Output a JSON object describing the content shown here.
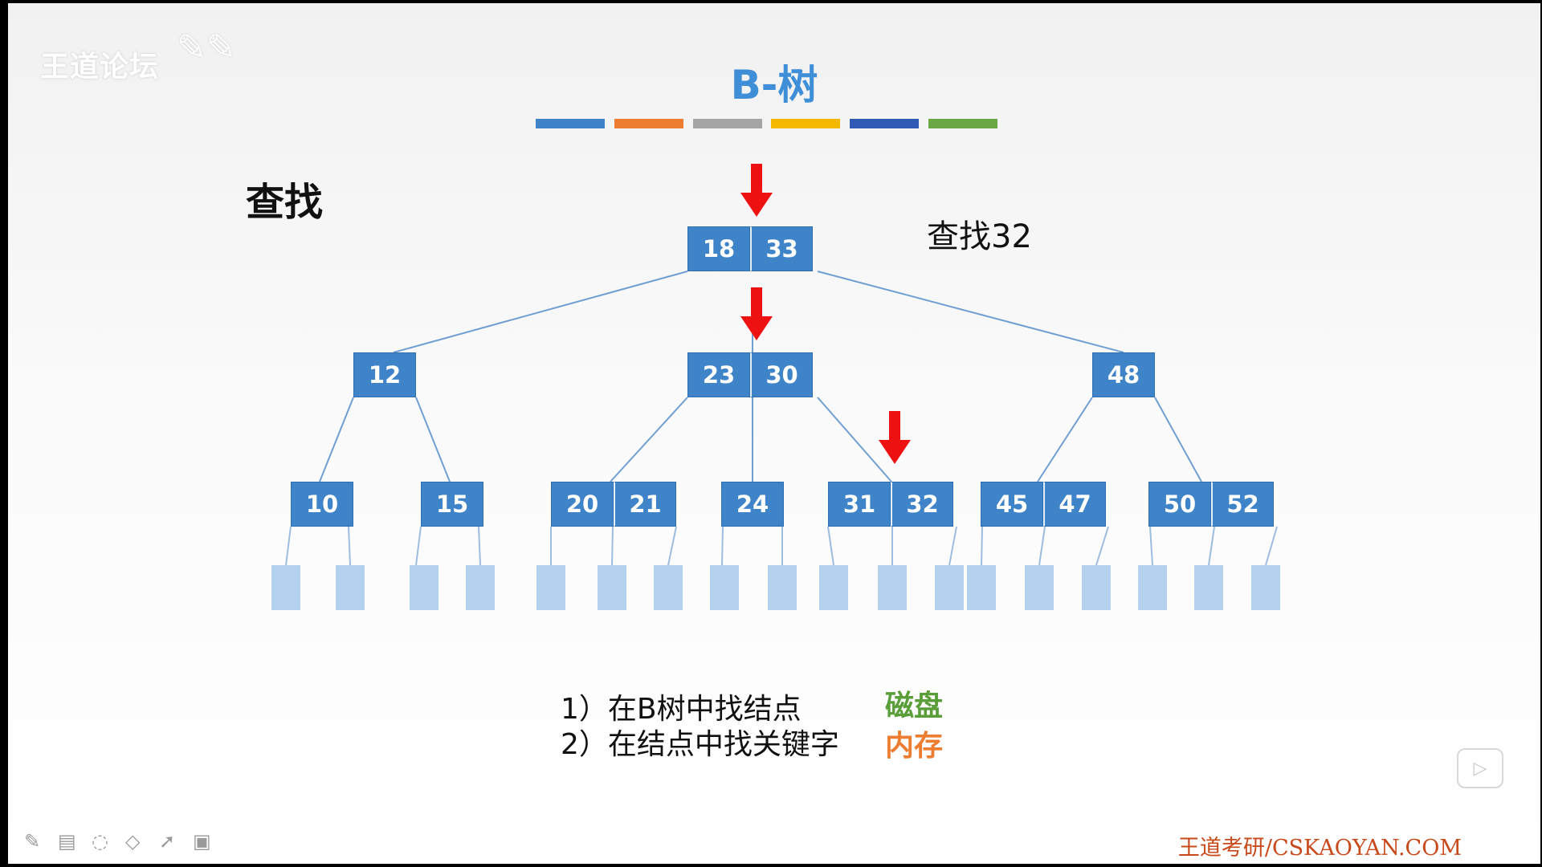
{
  "watermark": {
    "text": "王道论坛"
  },
  "title": "B-树",
  "heading": "查找",
  "query": "查找32",
  "color_bar": [
    "#3f84c9",
    "#ed7d31",
    "#a5a5a5",
    "#f5b800",
    "#2f5bb5",
    "#6aa845"
  ],
  "tree": {
    "root": {
      "keys": [
        "18",
        "33"
      ]
    },
    "level1": [
      {
        "keys": [
          "12"
        ]
      },
      {
        "keys": [
          "23",
          "30"
        ]
      },
      {
        "keys": [
          "48"
        ]
      }
    ],
    "level2": [
      {
        "keys": [
          "10"
        ]
      },
      {
        "keys": [
          "15"
        ]
      },
      {
        "keys": [
          "20",
          "21"
        ]
      },
      {
        "keys": [
          "24"
        ]
      },
      {
        "keys": [
          "31",
          "32"
        ]
      },
      {
        "keys": [
          "45",
          "47"
        ]
      },
      {
        "keys": [
          "50",
          "52"
        ]
      }
    ],
    "search_path": [
      "18 33",
      "23 30",
      "31 32"
    ]
  },
  "steps": [
    {
      "text": "1）在B树中找结点",
      "tag": "磁盘",
      "tag_color": "#5a9e3a"
    },
    {
      "text": "2）在结点中找关键字",
      "tag": "内存",
      "tag_color": "#ed7d31"
    }
  ],
  "footer": {
    "url": "王道考研/CSKAOYAN.COM"
  },
  "toolbar_icons": [
    "pen-icon",
    "whiteboard-icon",
    "lasso-icon",
    "eraser-icon",
    "pointer-icon",
    "camera-icon"
  ]
}
